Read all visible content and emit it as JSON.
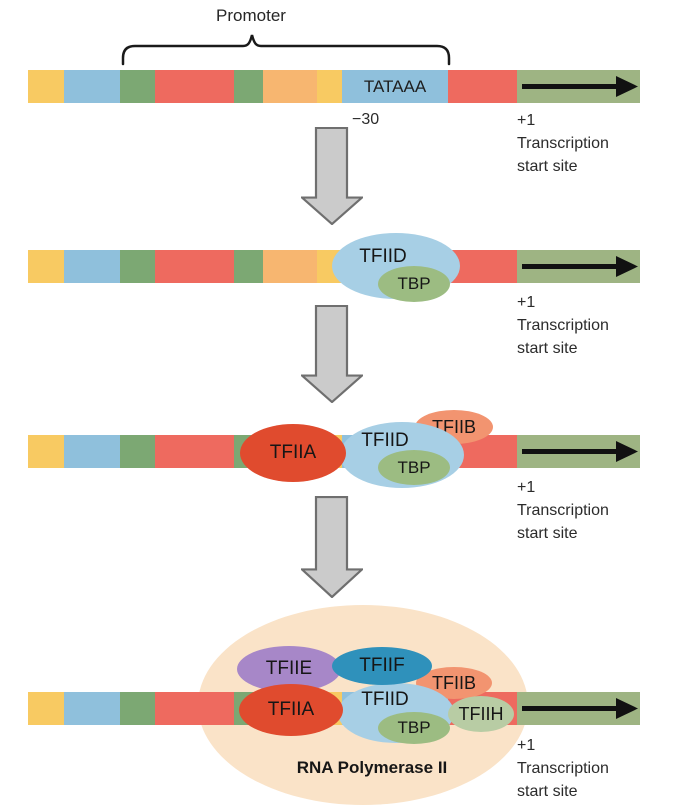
{
  "figure": {
    "promoter_label": "Promoter",
    "tata_box": "TATAAA",
    "minus_30_label": "−30",
    "plus_one_label": "+1",
    "tss_label_line1": "Transcription",
    "tss_label_line2": "start site",
    "rna_polymerase_label": "RNA Polymerase II"
  },
  "factors": {
    "tfiia": "TFIIA",
    "tfiib": "TFIIB",
    "tfiid": "TFIID",
    "tfiie": "TFIIE",
    "tfiif": "TFIIF",
    "tfiih": "TFIIH",
    "tbp": "TBP"
  },
  "strand": {
    "segments": [
      {
        "color": "#F8CA62",
        "width": 36
      },
      {
        "color": "#8FC0DC",
        "width": 56
      },
      {
        "color": "#7CA873",
        "width": 35
      },
      {
        "color": "#EE6A5F",
        "width": 79
      },
      {
        "color": "#7CA873",
        "width": 29
      },
      {
        "color": "#F7B670",
        "width": 54
      },
      {
        "color": "#F8CA62",
        "width": 25
      },
      {
        "color": "#8FC0DC",
        "width": 106,
        "site": "TATA box"
      },
      {
        "color": "#EE6A5F",
        "width": 69
      },
      {
        "color": "#9EB483",
        "width": 123,
        "site": "transcribed region"
      }
    ]
  },
  "colors": {
    "tfiid": "#A7CFE5",
    "tbp": "#9CBC82",
    "tfiia": "#E04B2E",
    "tfiib": "#F29470",
    "tfiie": "#A787C8",
    "tfiif": "#2F91BB",
    "tfiih": "#B8CCA4",
    "rna_polymerase": "#FAE3C8",
    "down_arrow_fill": "#CBCBCB",
    "down_arrow_stroke": "#6F6F6F",
    "ink": "#1A1A1A"
  }
}
